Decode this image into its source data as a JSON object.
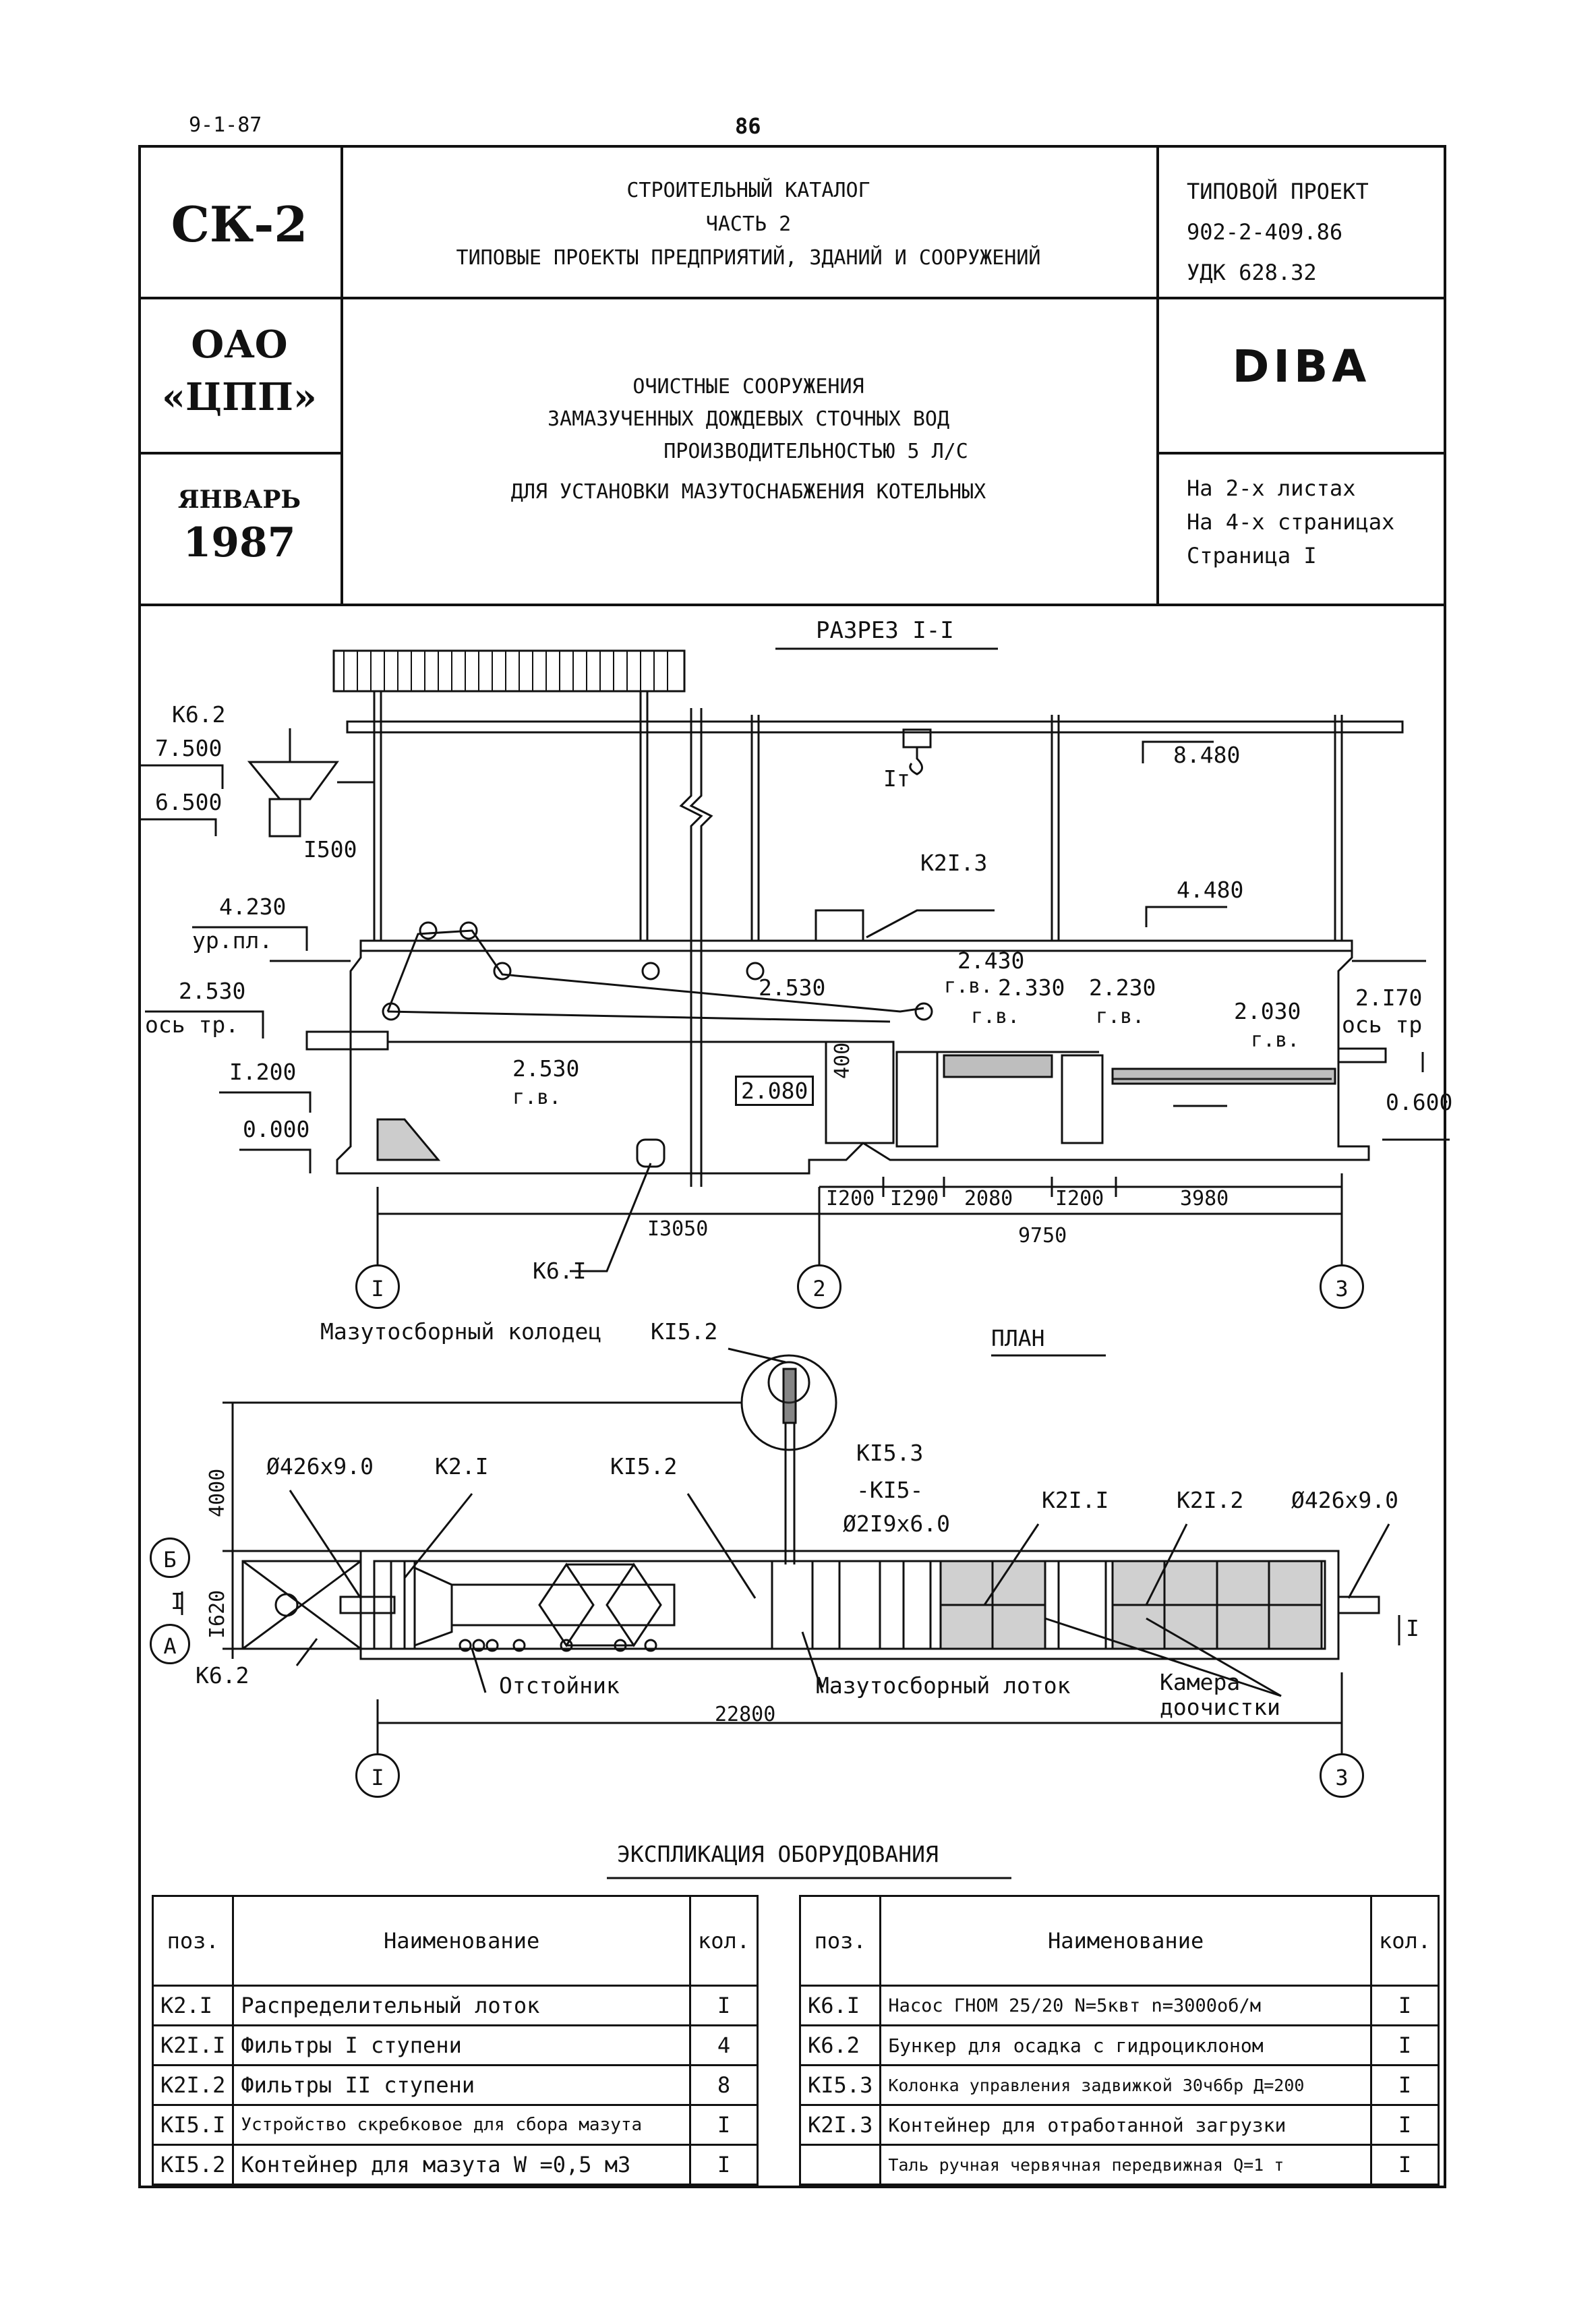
{
  "top": {
    "code": "9-1-87",
    "page_number": "86"
  },
  "header": {
    "series": "СК-2",
    "org_line1": "ОАО",
    "org_line2": "«ЦПП»",
    "month": "ЯНВАРЬ",
    "year": "1987",
    "catalog_line1": "СТРОИТЕЛЬНЫЙ КАТАЛОГ",
    "catalog_line2": "ЧАСТЬ 2",
    "catalog_line3": "ТИПОВЫЕ ПРОЕКТЫ ПРЕДПРИЯТИЙ, ЗДАНИЙ И СООРУЖЕНИЙ",
    "project_label": "ТИПОВОЙ ПРОЕКТ",
    "project_number": "902-2-409.86",
    "udk": "УДК 628.32",
    "title_line1": "ОЧИСТНЫЕ СООРУЖЕНИЯ",
    "title_line2": "ЗАМАЗУЧЕННЫХ ДОЖДЕВЫХ СТОЧНЫХ ВОД",
    "title_line3": "ПРОИЗВОДИТЕЛЬНОСТЬЮ 5 Л/С",
    "title_line4": "ДЛЯ УСТАНОВКИ МАЗУТОСНАБЖЕНИЯ КОТЕЛЬНЫХ",
    "code_box": "DIBA",
    "sheets": "На 2-х листах",
    "pages": "На 4-х страницах",
    "page": "Страница I"
  },
  "section": {
    "title": "РАЗРЕЗ I-I",
    "labels": {
      "k62": "К6.2",
      "l7500": "7.500",
      "l6500": "6.500",
      "l1500": "I500",
      "l4230": "4.230",
      "urpl": "ур.пл.",
      "l2530a": "2.530",
      "ostr": "ось тр.",
      "l1200": "I.200",
      "l0000": "0.000",
      "l8480": "8.480",
      "it": "Iт",
      "k213": "К2I.3",
      "l4480": "4.480",
      "l2430": "2.430",
      "gv1": "г.в.",
      "l2330": "2.330",
      "gv2": "г.в.",
      "l2230": "2.230",
      "gv3": "г.в.",
      "l2530b": "2.530",
      "l2530c": "2.530",
      "gv4": "г.в.",
      "l2080": "2.080",
      "l400": "400",
      "l2030": "2.030",
      "gv5": "г.в.",
      "l2170": "2.I70",
      "ostr2": "ось тр",
      "l0600": "0.600",
      "k61": "К6.I"
    },
    "dims": {
      "d1": "I200",
      "d2": "I290",
      "d3": "2080",
      "d4": "I200",
      "d5": "3980",
      "d13050": "I3050",
      "d9750": "9750"
    },
    "axes": [
      "I",
      "2",
      "3"
    ]
  },
  "plan": {
    "title": "ПЛАН",
    "labels": {
      "well": "Мазутосборный колодец",
      "k152top": "КI5.2",
      "k153": "КI5.3",
      "k15": "-КI5-",
      "pipe219": "Ø2I9x6.0",
      "pipe426a": "Ø426x9.0",
      "k21": "К2.I",
      "k152": "КI5.2",
      "k211": "К2I.I",
      "k212": "К2I.2",
      "pipe426b": "Ø426x9.0",
      "d4000": "4000",
      "d1620": "I620",
      "axB": "Б",
      "axA": "А",
      "cutI_left": "I",
      "cutI_right": "I",
      "k62": "К6.2",
      "settler": "Отстойник",
      "tray": "Мазутосборный лоток",
      "chamber1": "Камера",
      "chamber2": "доочистки",
      "d22800": "22800"
    },
    "axes": [
      "I",
      "3"
    ]
  },
  "equipment": {
    "title": "ЭКСПЛИКАЦИЯ ОБОРУДОВАНИЯ",
    "headers": {
      "pos": "поз.",
      "name": "Наименование",
      "qty": "кол."
    },
    "left": [
      {
        "pos": "К2.I",
        "name": "Распределительный лоток",
        "qty": "I"
      },
      {
        "pos": "К2I.I",
        "name": "Фильтры I ступени",
        "qty": "4"
      },
      {
        "pos": "К2I.2",
        "name": "Фильтры II ступени",
        "qty": "8"
      },
      {
        "pos": "КI5.I",
        "name": "Устройство скребковое для сбора мазута",
        "qty": "I"
      },
      {
        "pos": "КI5.2",
        "name": "Контейнер для мазута W =0,5 м3",
        "qty": "I"
      }
    ],
    "right": [
      {
        "pos": "К6.I",
        "name": "Насос ГНОМ 25/20 N=5квт n=3000об/м",
        "qty": "I"
      },
      {
        "pos": "К6.2",
        "name": "Бункер для осадка с гидроциклоном",
        "qty": "I"
      },
      {
        "pos": "КI5.3",
        "name": "Колонка управления задвижкой 30ч6бр Д=200",
        "qty": "I"
      },
      {
        "pos": "К2I.3",
        "name": "Контейнер для отработанной загрузки",
        "qty": "I"
      },
      {
        "pos": "",
        "name": "Таль ручная червячная передвижная Q=1 т",
        "qty": "I"
      }
    ]
  }
}
